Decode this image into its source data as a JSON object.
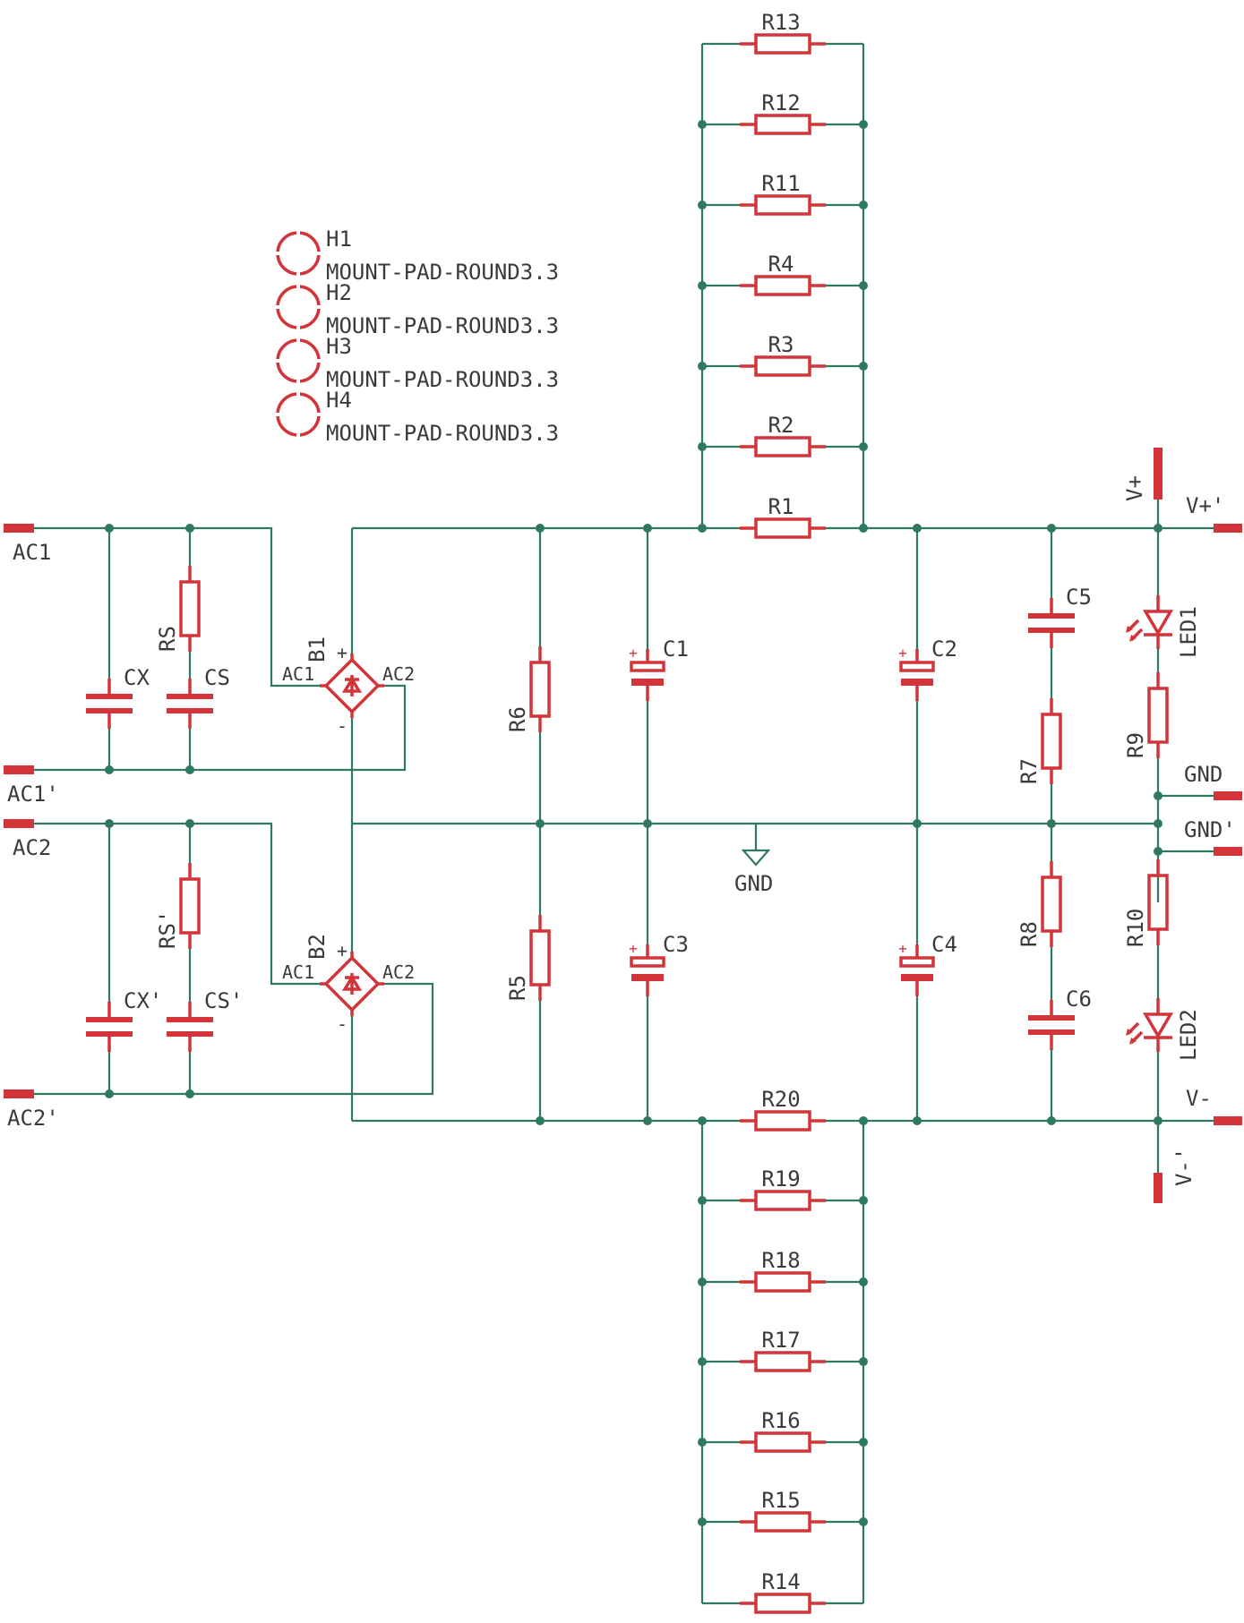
{
  "labels": {
    "resistors": [
      "R13",
      "R12",
      "R11",
      "R4",
      "R3",
      "R2",
      "R1",
      "R20",
      "R19",
      "R18",
      "R17",
      "R16",
      "R15",
      "R14",
      "R6",
      "R5",
      "R7",
      "R8",
      "R9",
      "R10",
      "RS",
      "RS'"
    ],
    "capacitors": [
      "C1",
      "C2",
      "C3",
      "C4",
      "C5",
      "C6",
      "CX",
      "CS",
      "CX'",
      "CS'"
    ],
    "bridges": [
      "B1",
      "B2"
    ],
    "bridge_pins": {
      "ac1": "AC1",
      "ac2": "AC2",
      "plus": "+",
      "minus": "-"
    },
    "leds": [
      "LED1",
      "LED2"
    ],
    "mounts": [
      {
        "ref": "H1",
        "value": "MOUNT-PAD-ROUND3.3"
      },
      {
        "ref": "H2",
        "value": "MOUNT-PAD-ROUND3.3"
      },
      {
        "ref": "H3",
        "value": "MOUNT-PAD-ROUND3.3"
      },
      {
        "ref": "H4",
        "value": "MOUNT-PAD-ROUND3.3"
      }
    ],
    "connectors": [
      "AC1",
      "AC1'",
      "AC2",
      "AC2'",
      "V+",
      "V+'",
      "GND",
      "GND'",
      "V-",
      "V-'"
    ],
    "ground_symbol": "GND",
    "polarity_mark": "+"
  },
  "colors": {
    "wire": "#2f7a5e",
    "part": "#d2343a",
    "text": "#3a3a3a"
  }
}
